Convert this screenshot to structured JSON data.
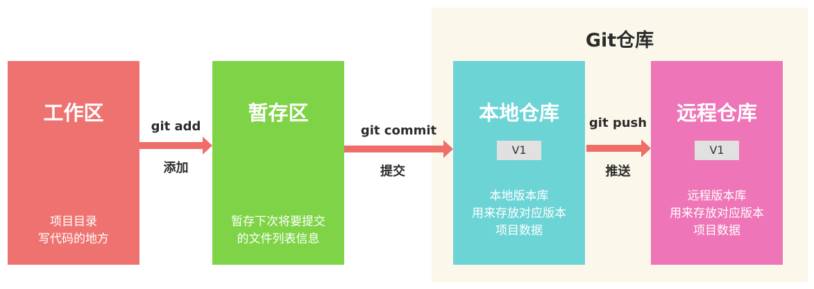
{
  "repo_group": {
    "title": "Git仓库"
  },
  "boxes": [
    {
      "title": "工作区",
      "desc": [
        "项目目录",
        "写代码的地方"
      ],
      "color": "#ee7370"
    },
    {
      "title": "暂存区",
      "desc": [
        "暂存下次将要提交",
        "的文件列表信息"
      ],
      "color": "#7ed446"
    },
    {
      "title": "本地仓库",
      "version": "V1",
      "desc": [
        "本地版本库",
        "用来存放对应版本",
        "项目数据"
      ],
      "color": "#6dd4d6"
    },
    {
      "title": "远程仓库",
      "version": "V1",
      "desc": [
        "远程版本库",
        "用来存放对应版本",
        "项目数据"
      ],
      "color": "#ee75b7"
    }
  ],
  "arrows": [
    {
      "command": "git add",
      "label": "添加"
    },
    {
      "command": "git commit",
      "label": "提交"
    },
    {
      "command": "git push",
      "label": "推送"
    }
  ],
  "colors": {
    "arrow": "#ef6e6a",
    "repo_background": "#fbf7ea"
  }
}
